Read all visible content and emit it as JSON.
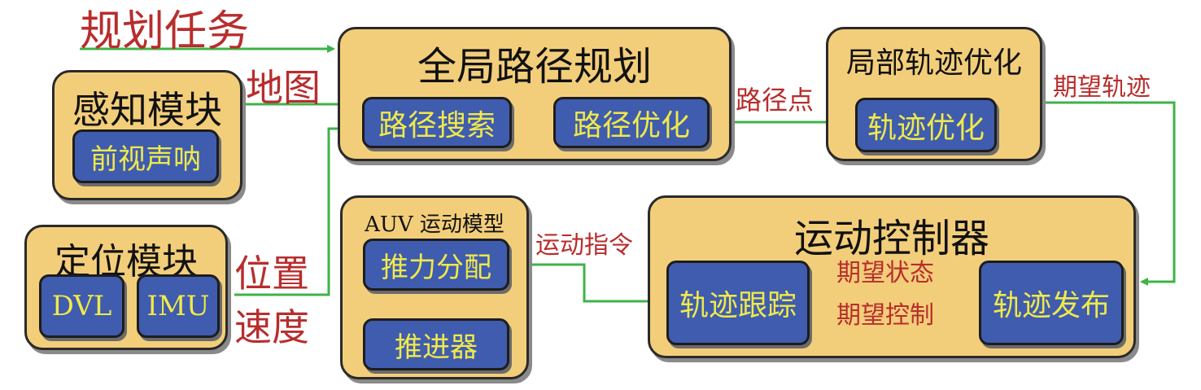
{
  "colors": {
    "outer_fill": "#f3ce7a",
    "inner_fill": "#3f5cae",
    "inner_text": "#f0e94a",
    "label_text": "#b82d2d",
    "arrow": "#3fb24a"
  },
  "global_planning": {
    "title": "全局路径规划",
    "path_search": "路径搜索",
    "path_optimization": "路径优化"
  },
  "local_optimization": {
    "title": "局部轨迹优化",
    "trajectory_optimization": "轨迹优化"
  },
  "perception": {
    "title": "感知模块",
    "sonar": "前视声呐"
  },
  "localization": {
    "title": "定位模块",
    "dvl": "DVL",
    "imu": "IMU"
  },
  "auv_model": {
    "title": "AUV 运动模型",
    "thrust_allocation": "推力分配",
    "thruster": "推进器"
  },
  "motion_controller": {
    "title": "运动控制器",
    "tracking": "轨迹跟踪",
    "publish": "轨迹发布"
  },
  "labels": {
    "planning_task": "规划任务",
    "map": "地图",
    "waypoints": "路径点",
    "expected_trajectory": "期望轨迹",
    "position": "位置",
    "velocity": "速度",
    "motion_command": "运动指令",
    "expected_state": "期望状态",
    "expected_control": "期望控制"
  }
}
